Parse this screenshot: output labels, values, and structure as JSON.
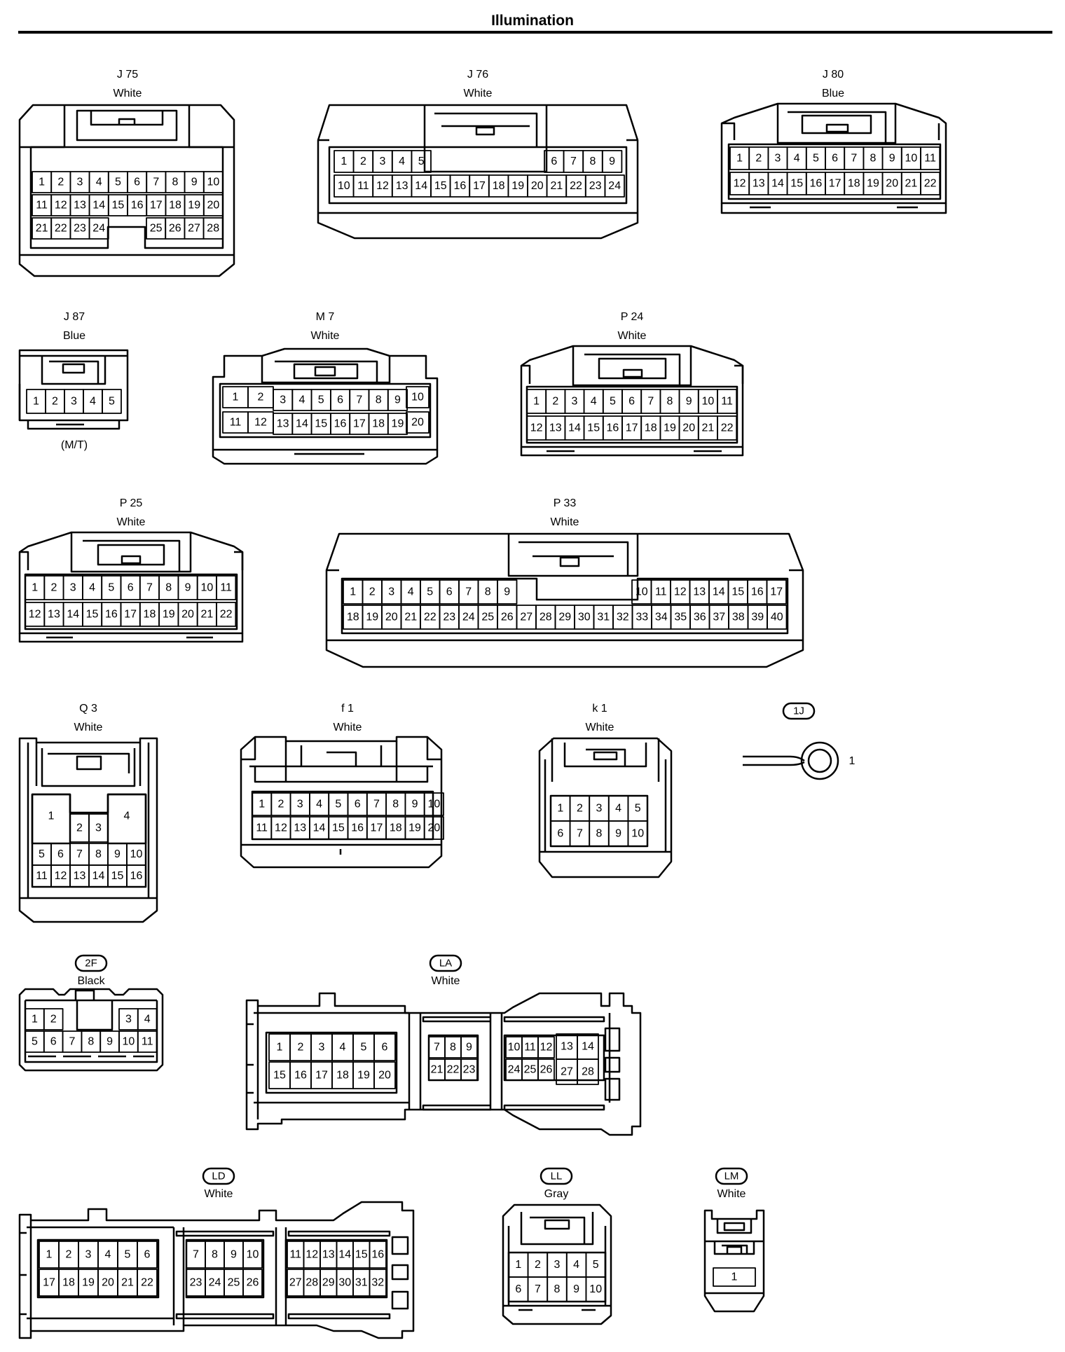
{
  "title": "Illumination",
  "connectors": [
    {
      "id": "j75",
      "code": "J 75",
      "color": "White",
      "pins": {
        "r1": [
          "1",
          "2",
          "3",
          "4",
          "5",
          "6",
          "7",
          "8",
          "9",
          "10"
        ],
        "r2": [
          "11",
          "12",
          "13",
          "14",
          "15",
          "16",
          "17",
          "18",
          "19",
          "20"
        ],
        "r3a": [
          "21",
          "22",
          "23",
          "24"
        ],
        "r3b": [
          "25",
          "26",
          "27",
          "28"
        ]
      }
    },
    {
      "id": "j76",
      "code": "J 76",
      "color": "White",
      "pins": {
        "r1a": [
          "1",
          "2",
          "3",
          "4",
          "5"
        ],
        "r1b": [
          "6",
          "7",
          "8",
          "9"
        ],
        "r2": [
          "10",
          "11",
          "12",
          "13",
          "14",
          "15",
          "16",
          "17",
          "18",
          "19",
          "20",
          "21",
          "22",
          "23",
          "24"
        ]
      }
    },
    {
      "id": "j80",
      "code": "J 80",
      "color": "Blue",
      "pins": {
        "r1": [
          "1",
          "2",
          "3",
          "4",
          "5",
          "6",
          "7",
          "8",
          "9",
          "10",
          "11"
        ],
        "r2": [
          "12",
          "13",
          "14",
          "15",
          "16",
          "17",
          "18",
          "19",
          "20",
          "21",
          "22"
        ]
      }
    },
    {
      "id": "j87",
      "code": "J 87",
      "color": "Blue",
      "note": "(M/T)",
      "pins": {
        "r1": [
          "1",
          "2",
          "3",
          "4",
          "5"
        ]
      }
    },
    {
      "id": "m7",
      "code": "M 7",
      "color": "White",
      "pins": {
        "r1a": [
          "1",
          "2"
        ],
        "r1b": [
          "3",
          "4",
          "5",
          "6",
          "7",
          "8",
          "9"
        ],
        "r1c": [
          "10"
        ],
        "r2a": [
          "11",
          "12"
        ],
        "r2b": [
          "13",
          "14",
          "15",
          "16",
          "17",
          "18",
          "19"
        ],
        "r2c": [
          "20"
        ]
      }
    },
    {
      "id": "p24",
      "code": "P 24",
      "color": "White",
      "pins": {
        "r1": [
          "1",
          "2",
          "3",
          "4",
          "5",
          "6",
          "7",
          "8",
          "9",
          "10",
          "11"
        ],
        "r2": [
          "12",
          "13",
          "14",
          "15",
          "16",
          "17",
          "18",
          "19",
          "20",
          "21",
          "22"
        ]
      }
    },
    {
      "id": "p25",
      "code": "P 25",
      "color": "White",
      "pins": {
        "r1": [
          "1",
          "2",
          "3",
          "4",
          "5",
          "6",
          "7",
          "8",
          "9",
          "10",
          "11"
        ],
        "r2": [
          "12",
          "13",
          "14",
          "15",
          "16",
          "17",
          "18",
          "19",
          "20",
          "21",
          "22"
        ]
      }
    },
    {
      "id": "p33",
      "code": "P 33",
      "color": "White",
      "pins": {
        "r1a": [
          "1",
          "2",
          "3",
          "4",
          "5",
          "6",
          "7",
          "8",
          "9"
        ],
        "r1b": [
          "10",
          "11",
          "12",
          "13",
          "14",
          "15",
          "16",
          "17"
        ],
        "r2": [
          "18",
          "19",
          "20",
          "21",
          "22",
          "23",
          "24",
          "25",
          "26",
          "27",
          "28",
          "29",
          "30",
          "31",
          "32",
          "33",
          "34",
          "35",
          "36",
          "37",
          "38",
          "39",
          "40"
        ]
      }
    },
    {
      "id": "q3",
      "code": "Q 3",
      "color": "White",
      "pins": {
        "big1": "1",
        "mid": [
          "2",
          "3"
        ],
        "big4": "4",
        "r2": [
          "5",
          "6",
          "7",
          "8",
          "9",
          "10"
        ],
        "r3": [
          "11",
          "12",
          "13",
          "14",
          "15",
          "16"
        ]
      }
    },
    {
      "id": "f1",
      "code": "f 1",
      "color": "White",
      "pins": {
        "r1": [
          "1",
          "2",
          "3",
          "4",
          "5",
          "6",
          "7",
          "8",
          "9",
          "10"
        ],
        "r2": [
          "11",
          "12",
          "13",
          "14",
          "15",
          "16",
          "17",
          "18",
          "19",
          "20"
        ]
      }
    },
    {
      "id": "k1",
      "code": "k 1",
      "color": "White",
      "pins": {
        "r1": [
          "1",
          "2",
          "3",
          "4",
          "5"
        ],
        "r2": [
          "6",
          "7",
          "8",
          "9",
          "10"
        ]
      }
    },
    {
      "id": "1j",
      "code": "1J",
      "terminal": "1"
    },
    {
      "id": "2f",
      "code": "2F",
      "color": "Black",
      "pins": {
        "r1a": [
          "1",
          "2"
        ],
        "r1b": [
          "3",
          "4"
        ],
        "r2": [
          "5",
          "6",
          "7",
          "8",
          "9",
          "10",
          "11"
        ]
      }
    },
    {
      "id": "la",
      "code": "LA",
      "color": "White",
      "pins": {
        "a1": [
          "1",
          "2",
          "3",
          "4",
          "5",
          "6"
        ],
        "a2": [
          "15",
          "16",
          "17",
          "18",
          "19",
          "20"
        ],
        "b1": [
          "7",
          "8",
          "9"
        ],
        "b2": [
          "21",
          "22",
          "23"
        ],
        "c1": [
          "10",
          "11",
          "12"
        ],
        "c2": [
          "24",
          "25",
          "26"
        ],
        "d1": [
          "13",
          "14"
        ],
        "d2": [
          "27",
          "28"
        ]
      }
    },
    {
      "id": "ld",
      "code": "LD",
      "color": "White",
      "pins": {
        "a1": [
          "1",
          "2",
          "3",
          "4",
          "5",
          "6"
        ],
        "a2": [
          "17",
          "18",
          "19",
          "20",
          "21",
          "22"
        ],
        "b1": [
          "7",
          "8",
          "9",
          "10"
        ],
        "b2": [
          "23",
          "24",
          "25",
          "26"
        ],
        "c1": [
          "11",
          "12",
          "13",
          "14",
          "15",
          "16"
        ],
        "c2": [
          "27",
          "28",
          "29",
          "30",
          "31",
          "32"
        ]
      }
    },
    {
      "id": "ll",
      "code": "LL",
      "color": "Gray",
      "pins": {
        "r1": [
          "1",
          "2",
          "3",
          "4",
          "5"
        ],
        "r2": [
          "6",
          "7",
          "8",
          "9",
          "10"
        ]
      }
    },
    {
      "id": "lm",
      "code": "LM",
      "color": "White",
      "pins": {
        "r1": [
          "1"
        ]
      }
    }
  ]
}
